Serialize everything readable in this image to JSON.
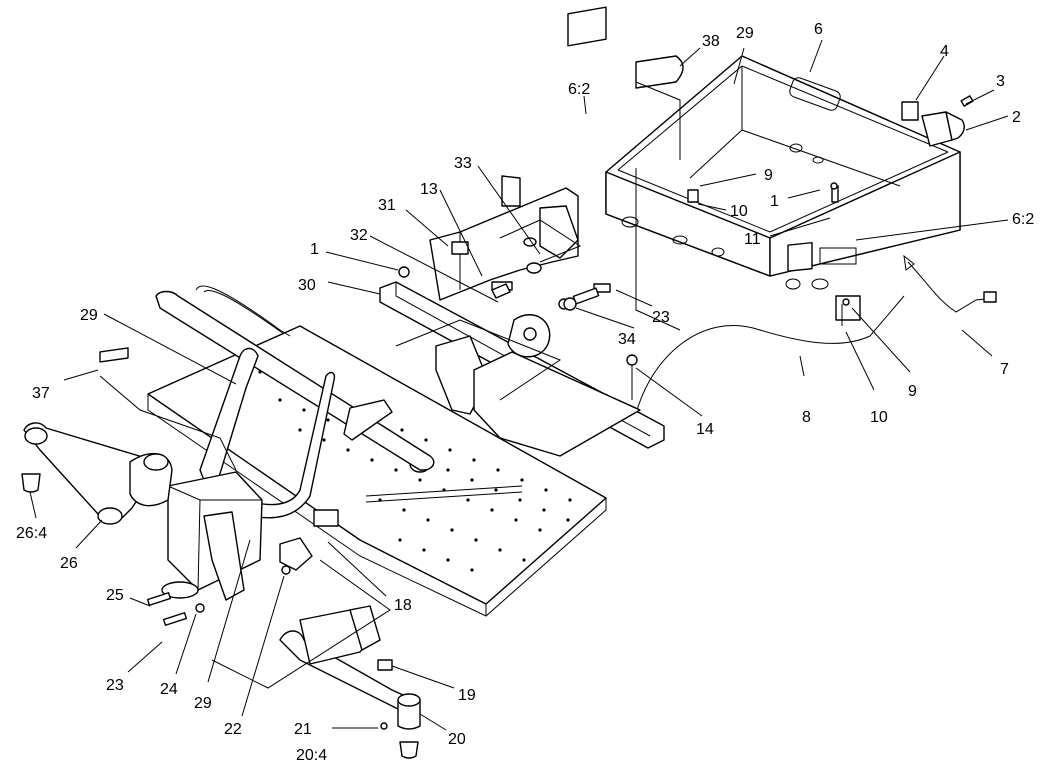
{
  "diagram": {
    "callouts": [
      {
        "id": "c38",
        "text": "38"
      },
      {
        "id": "c29a",
        "text": "29"
      },
      {
        "id": "c6",
        "text": "6"
      },
      {
        "id": "c4",
        "text": "4"
      },
      {
        "id": "c3",
        "text": "3"
      },
      {
        "id": "c2",
        "text": "2"
      },
      {
        "id": "c62a",
        "text": "6:2"
      },
      {
        "id": "c9a",
        "text": "9"
      },
      {
        "id": "c10a",
        "text": "10"
      },
      {
        "id": "c1a",
        "text": "1"
      },
      {
        "id": "c11",
        "text": "11"
      },
      {
        "id": "c62b",
        "text": "6:2"
      },
      {
        "id": "c33",
        "text": "33"
      },
      {
        "id": "c13",
        "text": "13"
      },
      {
        "id": "c31",
        "text": "31"
      },
      {
        "id": "c32",
        "text": "32"
      },
      {
        "id": "c1b",
        "text": "1"
      },
      {
        "id": "c30",
        "text": "30"
      },
      {
        "id": "c23a",
        "text": "23"
      },
      {
        "id": "c34",
        "text": "34"
      },
      {
        "id": "c29b",
        "text": "29"
      },
      {
        "id": "c7",
        "text": "7"
      },
      {
        "id": "c8",
        "text": "8"
      },
      {
        "id": "c10b",
        "text": "10"
      },
      {
        "id": "c9b",
        "text": "9"
      },
      {
        "id": "c14",
        "text": "14"
      },
      {
        "id": "c37",
        "text": "37"
      },
      {
        "id": "c264",
        "text": "26:4"
      },
      {
        "id": "c26",
        "text": "26"
      },
      {
        "id": "c18",
        "text": "18"
      },
      {
        "id": "c25",
        "text": "25"
      },
      {
        "id": "c23b",
        "text": "23"
      },
      {
        "id": "c24",
        "text": "24"
      },
      {
        "id": "c29c",
        "text": "29"
      },
      {
        "id": "c22",
        "text": "22"
      },
      {
        "id": "c19",
        "text": "19"
      },
      {
        "id": "c21",
        "text": "21"
      },
      {
        "id": "c20",
        "text": "20"
      },
      {
        "id": "c204",
        "text": "20:4"
      }
    ]
  }
}
